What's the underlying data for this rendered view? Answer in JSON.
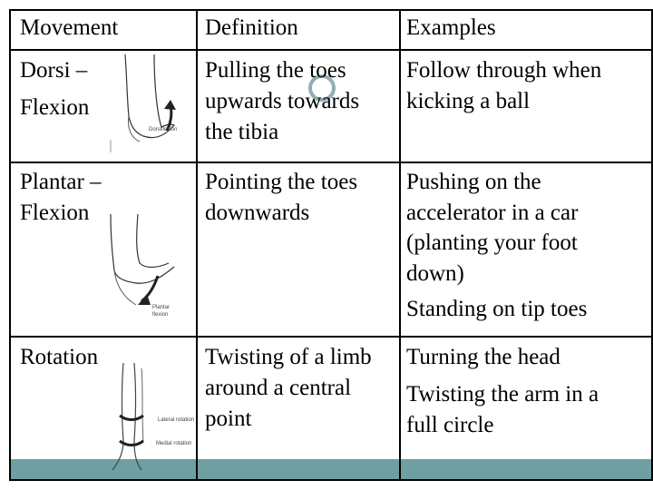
{
  "table": {
    "headers": {
      "movement": "Movement",
      "definition": "Definition",
      "examples": "Examples"
    },
    "rows": [
      {
        "movement": [
          "Dorsi –",
          "Flexion"
        ],
        "definition": [
          "Pulling the toes",
          "upwards towards",
          "the tibia"
        ],
        "examples": [
          "Follow through when",
          "kicking a ball"
        ],
        "illustration_icon": "foot-dorsiflexion-icon",
        "illustration_label": "Dorsiflexion"
      },
      {
        "movement": [
          "Plantar –",
          "Flexion"
        ],
        "definition": [
          "Pointing the toes",
          "downwards"
        ],
        "examples": [
          "Pushing on the",
          "accelerator in a car",
          "(planting your foot",
          "down)",
          "Standing on tip toes"
        ],
        "illustration_icon": "foot-plantarflexion-icon",
        "illustration_label": [
          "Plantar",
          "flexion"
        ]
      },
      {
        "movement": [
          "Rotation"
        ],
        "definition": [
          "Twisting of a limb",
          "around a central",
          "point"
        ],
        "examples": [
          "Turning the head",
          "Twisting the arm in a",
          "full circle"
        ],
        "illustration_icon": "leg-rotation-icon",
        "illustration_labels": [
          "Lateral rotation",
          "Medial rotation"
        ]
      }
    ]
  },
  "colors": {
    "border": "#000000",
    "accent_bar": "#6f9ea3",
    "decor_circle": "#7f9fa6"
  }
}
